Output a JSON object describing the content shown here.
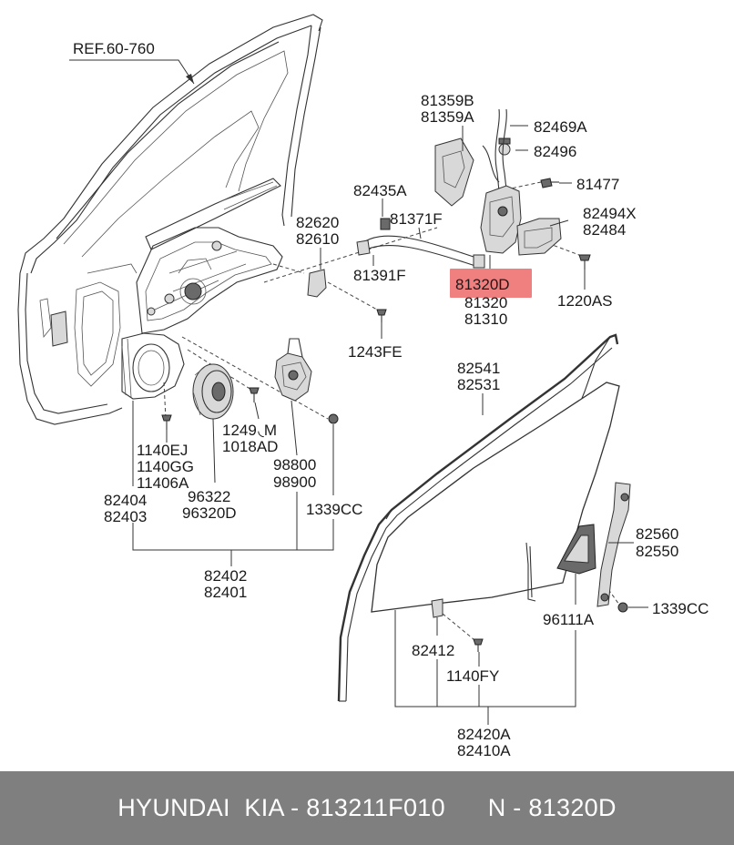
{
  "diagram": {
    "ref_label": "REF.60-760",
    "highlight_color": "#f08080",
    "callouts": [
      {
        "id": "c-81359",
        "lines": [
          "81359B",
          "81359A"
        ]
      },
      {
        "id": "c-82469A",
        "lines": [
          "82469A"
        ]
      },
      {
        "id": "c-82496",
        "lines": [
          "82496"
        ]
      },
      {
        "id": "c-81477",
        "lines": [
          "81477"
        ]
      },
      {
        "id": "c-82435A",
        "lines": [
          "82435A"
        ]
      },
      {
        "id": "c-82494",
        "lines": [
          "82494X",
          "82484"
        ]
      },
      {
        "id": "c-82620",
        "lines": [
          "82620",
          "82610"
        ]
      },
      {
        "id": "c-81371F",
        "lines": [
          "81371F"
        ]
      },
      {
        "id": "c-81391F",
        "lines": [
          "81391F"
        ]
      },
      {
        "id": "c-81320D",
        "lines": [
          "81320D"
        ],
        "highlighted": true
      },
      {
        "id": "c-81320",
        "lines": [
          "81320",
          "81310"
        ]
      },
      {
        "id": "c-1220AS",
        "lines": [
          "1220AS"
        ]
      },
      {
        "id": "c-1243FE",
        "lines": [
          "1243FE"
        ]
      },
      {
        "id": "c-82541",
        "lines": [
          "82541",
          "82531"
        ]
      },
      {
        "id": "c-1249M",
        "lines": [
          "1249 ◟M",
          "1018AD"
        ]
      },
      {
        "id": "c-1140EJ",
        "lines": [
          "1140EJ",
          "1140GG",
          "11406A"
        ]
      },
      {
        "id": "c-98800",
        "lines": [
          "98800",
          "98900"
        ]
      },
      {
        "id": "c-96322",
        "lines": [
          "96322",
          "96320D"
        ]
      },
      {
        "id": "c-82404",
        "lines": [
          "82404",
          "82403"
        ]
      },
      {
        "id": "c-1339CC-a",
        "lines": [
          "1339CC"
        ]
      },
      {
        "id": "c-82560",
        "lines": [
          "82560",
          "82550"
        ]
      },
      {
        "id": "c-82402",
        "lines": [
          "82402",
          "82401"
        ]
      },
      {
        "id": "c-1339CC-b",
        "lines": [
          "1339CC"
        ]
      },
      {
        "id": "c-96111A",
        "lines": [
          "96111A"
        ]
      },
      {
        "id": "c-82412",
        "lines": [
          "82412"
        ]
      },
      {
        "id": "c-1140FY",
        "lines": [
          "1140FY"
        ]
      },
      {
        "id": "c-82420A",
        "lines": [
          "82420A",
          "82410A"
        ]
      }
    ]
  },
  "footer": {
    "text": "HYUNDAI  KIA - 813211F010      N - 81320D"
  }
}
